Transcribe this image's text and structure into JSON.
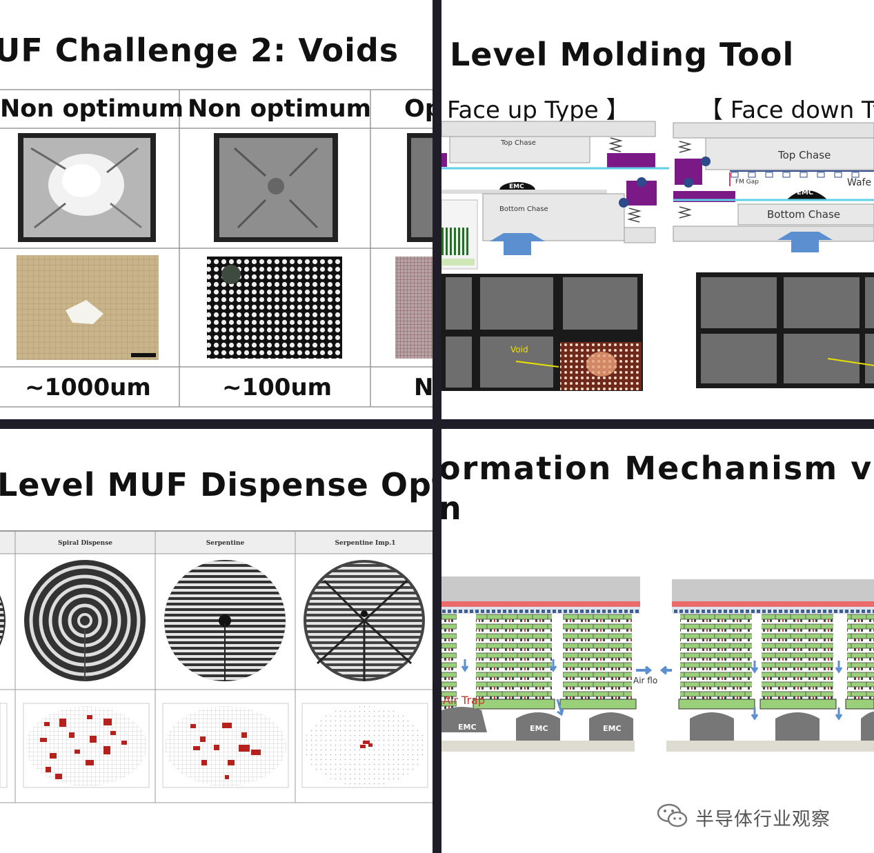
{
  "top_left": {
    "title": "UF Challenge 2: Voids",
    "col_headers": [
      "Non optimum",
      "Non optimum",
      "Op"
    ],
    "sizes": [
      "~1000um",
      "~100um",
      "N"
    ]
  },
  "top_right": {
    "title": "Level Molding Tool",
    "face_up_label": "Face up Type 】",
    "face_down_label": "【 Face down Ty",
    "top_chase_small": "Top Chase",
    "bottom_chase_small": "Bottom Chase",
    "emc_small": "EMC",
    "top_chase_large": "Top Chase",
    "bottom_chase_large": "Bottom Chase",
    "emc_large": "EMC",
    "fm_gap": "FM Gap",
    "wafer": "Wafe",
    "void_label": "Void"
  },
  "bottom_left": {
    "title": "Level MUF Dispense Opti",
    "col_headers": [
      "Spiral Dispense",
      "Serpentine",
      "Serpentine Imp.1"
    ]
  },
  "bottom_right": {
    "title_line1": "ormation Mechanism vs E",
    "title_line2": "n",
    "air_flow": "Air flo",
    "air_trap": "Air Trap",
    "emc_labels": [
      "EMC",
      "EMC",
      "EMC"
    ]
  },
  "watermark": {
    "text": "半导体行业观察",
    "icon": "wechat-icon"
  },
  "colors": {
    "divider": "#1f1d27",
    "purple_clamp": "#7b1a86",
    "cyan_line": "#5fd0e8",
    "arrow_blue": "#5b8fd0",
    "red_void": "#b5211d",
    "green_layer": "#9bd07a"
  }
}
